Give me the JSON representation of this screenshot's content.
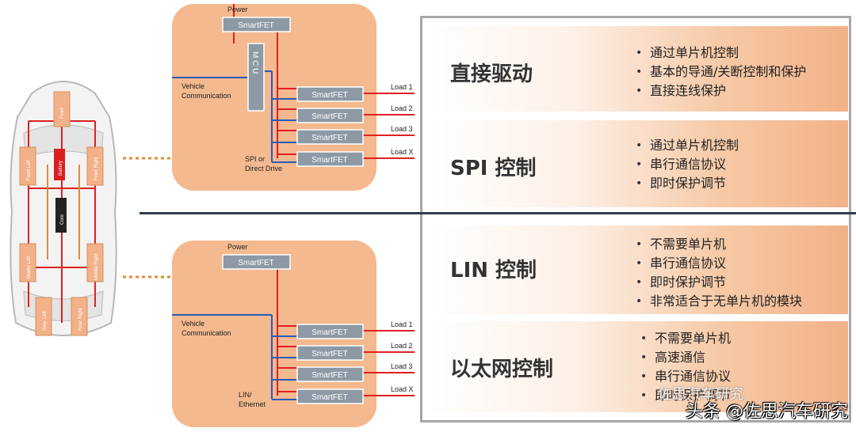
{
  "car": {
    "labels": {
      "front": "Front",
      "front_left": "Front Left",
      "front_right": "Front Right",
      "battery": "Battery",
      "core": "Core",
      "middle_left": "Middle Left",
      "middle_right": "Middle Right",
      "rear_left": "Rear Left",
      "rear_right": "Rear Right"
    }
  },
  "top_diagram": {
    "power": "Power",
    "smartfet_power": "SmartFET",
    "mcu": "M C U",
    "vehicle_comm_1": "Vehicle",
    "vehicle_comm_2": "Communication",
    "spi_1": "SPI or",
    "spi_2": "Direct Drive",
    "smartfets": [
      "SmartFET",
      "SmartFET",
      "SmartFET",
      "SmartFET"
    ],
    "loads": [
      "Load 1",
      "Load 2",
      "Load 3",
      "Load X"
    ]
  },
  "bottom_diagram": {
    "power": "Power",
    "smartfet_power": "SmartFET",
    "vehicle_comm_1": "Vehicle",
    "vehicle_comm_2": "Communication",
    "lin_1": "LIN/",
    "lin_2": "Ethernet",
    "smartfets": [
      "SmartFET",
      "SmartFET",
      "SmartFET",
      "SmartFET"
    ],
    "loads": [
      "Load 1",
      "Load 2",
      "Load 3",
      "Load X"
    ]
  },
  "panels": [
    {
      "title": "直接驱动",
      "bullets": [
        "通过单片机控制",
        "基本的导通/关断控制和保护",
        "直接连线保护"
      ]
    },
    {
      "title": "SPI 控制",
      "bullets": [
        "通过单片机控制",
        "串行通信协议",
        "即时保护调节"
      ]
    },
    {
      "title": "LIN 控制",
      "bullets": [
        "不需要单片机",
        "串行通信协议",
        "即时保护调节",
        "非常适合于无单片机的模块"
      ]
    },
    {
      "title": "以太网控制",
      "bullets": [
        "不需要单片机",
        "高速通信",
        "串行通信协议",
        "即时保护调节"
      ]
    }
  ],
  "watermark": {
    "main": "头条 @佐思汽车研究",
    "secondary": "佐思汽车研究"
  },
  "colors": {
    "orange_panel": "#f4b98f",
    "smartfet_fill": "#8d9aa5",
    "red_line": "#e02020",
    "blue_line": "#2a5bb8",
    "divider": "#2f3f4c"
  }
}
